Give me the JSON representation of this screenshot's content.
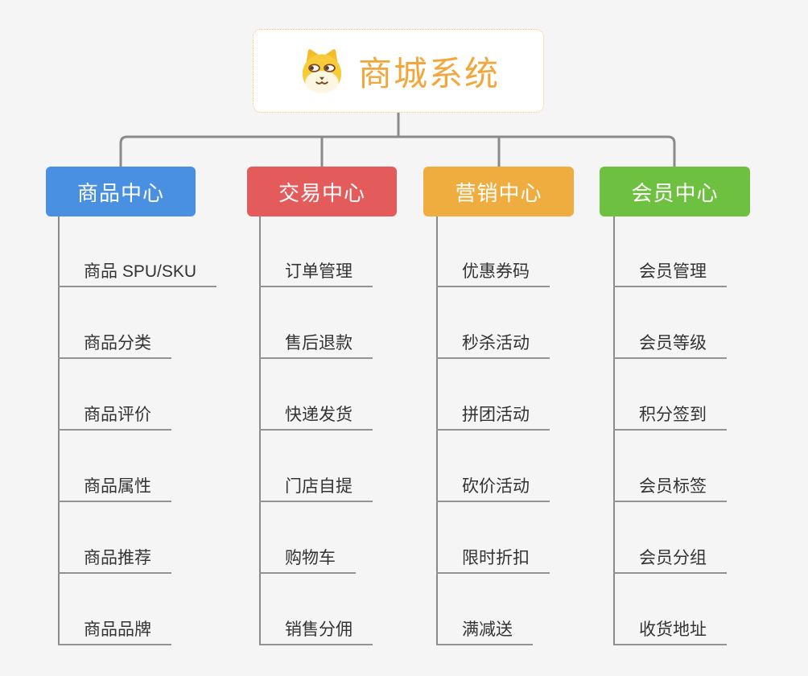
{
  "root": {
    "title": "商城系统"
  },
  "branches": [
    {
      "label": "商品中心",
      "color": "#4A90E2",
      "children": [
        "商品 SPU/SKU",
        "商品分类",
        "商品评价",
        "商品属性",
        "商品推荐",
        "商品品牌"
      ]
    },
    {
      "label": "交易中心",
      "color": "#E45B5B",
      "children": [
        "订单管理",
        "售后退款",
        "快递发货",
        "门店自提",
        "购物车",
        "销售分佣"
      ]
    },
    {
      "label": "营销中心",
      "color": "#EFAD40",
      "children": [
        "优惠券码",
        "秒杀活动",
        "拼团活动",
        "砍价活动",
        "限时折扣",
        "满减送"
      ]
    },
    {
      "label": "会员中心",
      "color": "#6EC041",
      "children": [
        "会员管理",
        "会员等级",
        "积分签到",
        "会员标签",
        "会员分组",
        "收货地址"
      ]
    }
  ],
  "icons": {
    "root_icon": "dog-face-icon"
  },
  "colors": {
    "root_title": "#F1A73C",
    "root_border": "#F2C27E",
    "connector": "#8A8A8A",
    "leaf_text": "#333333",
    "header_text": "#FFFFFF",
    "background": "#F5F5F6"
  }
}
